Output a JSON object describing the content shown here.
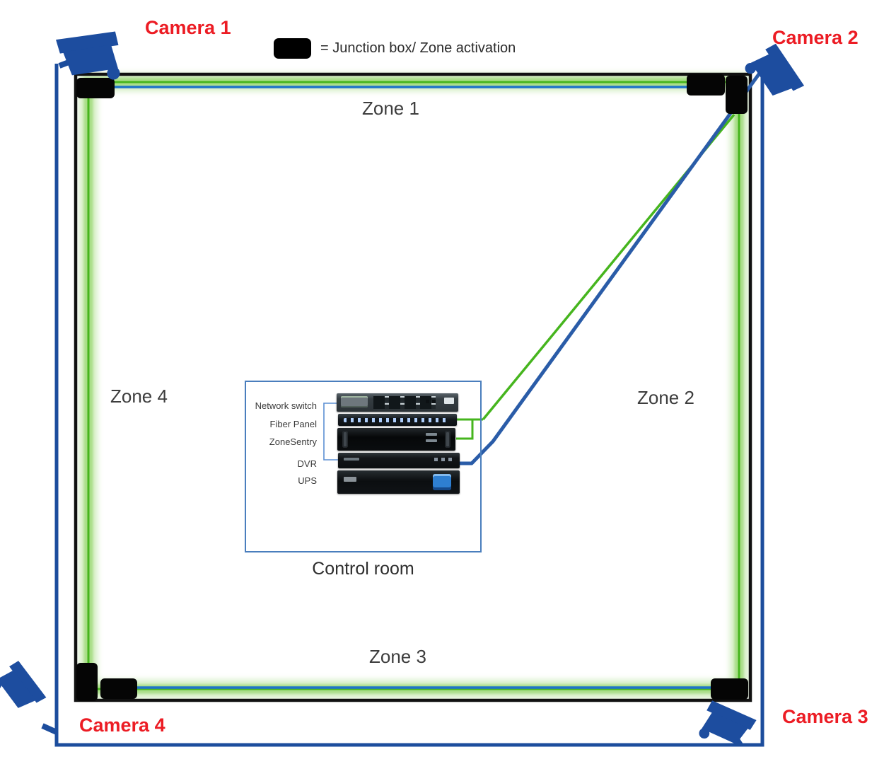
{
  "legend": {
    "swatch": "junction-box",
    "label": "= Junction box/ Zone activation"
  },
  "cameras": [
    {
      "label": "Camera 1",
      "position": "top-left"
    },
    {
      "label": "Camera 2",
      "position": "top-right"
    },
    {
      "label": "Camera 3",
      "position": "bottom-right"
    },
    {
      "label": "Camera 4",
      "position": "bottom-left"
    }
  ],
  "zones": [
    {
      "label": "Zone 1",
      "side": "top"
    },
    {
      "label": "Zone 2",
      "side": "right"
    },
    {
      "label": "Zone 3",
      "side": "bottom"
    },
    {
      "label": "Zone 4",
      "side": "left"
    }
  ],
  "control_room": {
    "caption": "Control room",
    "equipment_labels": [
      "Network switch",
      "Fiber Panel",
      "ZoneSentry",
      "DVR",
      "UPS"
    ]
  },
  "colors": {
    "camera_label_red": "#ec1c24",
    "sensor_fiber_green": "#46b51e",
    "fiber_glow_green": "#7dcd4b",
    "camera_cable_blue": "#1c4d9d",
    "zone_lead_blue": "#1e74c8",
    "junction_box_black": "#000000",
    "perimeter_black": "#111111",
    "control_room_border_blue": "#4a7ebd"
  }
}
